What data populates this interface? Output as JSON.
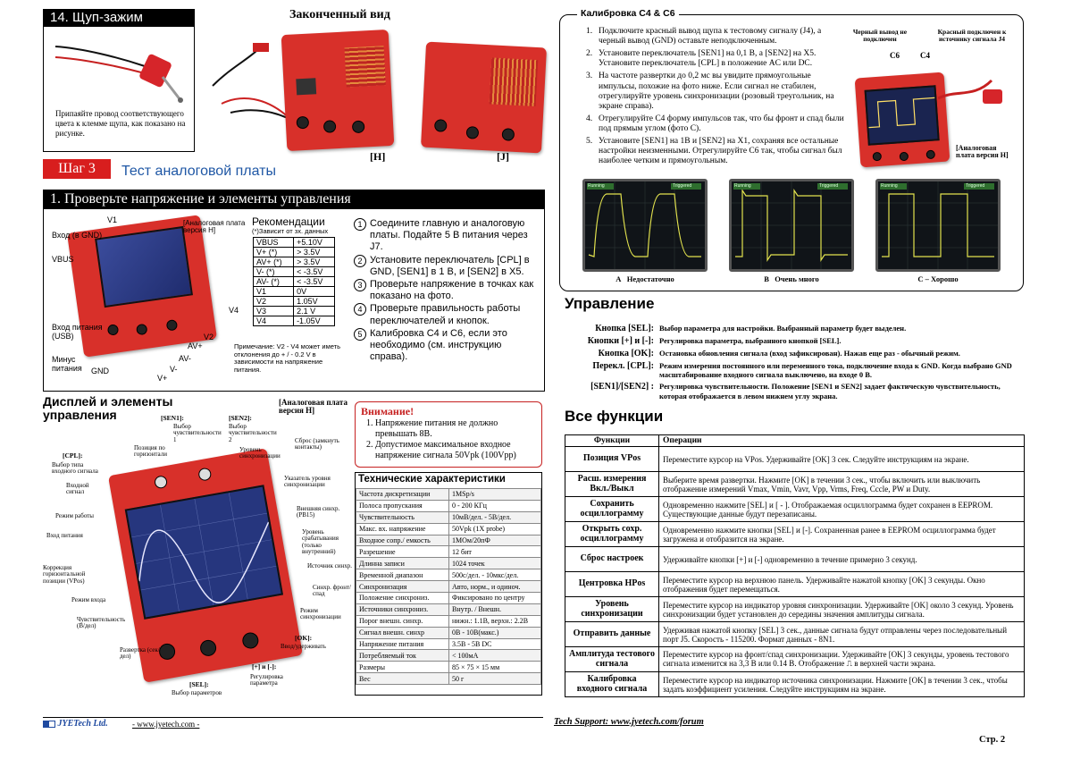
{
  "section14": {
    "title": "14. Щуп-зажим",
    "note": "Припаяйте провод соответствующего цвета к клемме щупа, как показано на рисунке."
  },
  "finished": {
    "title": "Законченный вид",
    "label_h": "[H]",
    "label_j": "[J]"
  },
  "step3": {
    "badge": "Шаг 3",
    "title": "Тест аналоговой платы"
  },
  "check": {
    "title": "1. Проверьте напряжение и элементы управления",
    "board_caption": "[Аналоговая плата версия H]",
    "labels": {
      "v1": "V1",
      "input_gnd": "Вход (в GND)",
      "vbus": "VBUS",
      "power_in": "Вход питания (USB)",
      "minus": "Минус питания",
      "gnd": "GND",
      "v4": "V4",
      "v2": "V2",
      "avplus": "AV+",
      "vminus": "V-",
      "vplus": "V+",
      "avminus": "AV-"
    },
    "rec_title": "Рекомендации",
    "rec_sub": "(*)Зависит от зх. данных",
    "rec_rows": [
      [
        "VBUS",
        "+5.10V"
      ],
      [
        "V+   (*)",
        "> 3.5V"
      ],
      [
        "AV+ (*)",
        "> 3.5V"
      ],
      [
        "V-   (*)",
        "< -3.5V"
      ],
      [
        "AV-  (*)",
        "< -3.5V"
      ],
      [
        "V1",
        "0V"
      ],
      [
        "V2",
        "1.05V"
      ],
      [
        "V3",
        "2.1 V"
      ],
      [
        "V4",
        "-1.05V"
      ]
    ],
    "rec_note": "Примечание: V2 - V4 может иметь отклонения до + / - 0.2 V в зависимости на напряжение питания.",
    "steps": [
      {
        "n": "1",
        "text": "Соедините главную и аналоговую платы. Подайте 5 В питания через J7."
      },
      {
        "n": "2",
        "text": "Установите переключатель [CPL] в GND, [SEN1] в 1 В, и [SEN2] в X5."
      },
      {
        "n": "3",
        "text": "Проверьте напряжение в точках как показано на фото."
      },
      {
        "n": "4",
        "text": "Проверьте правильность работы переключателей и кнопок."
      },
      {
        "n": "5",
        "text": "Калибровка C4 и C6, если это необходимо (см. инструкцию справа)."
      }
    ]
  },
  "display": {
    "title": "Дисплей и элементы управления",
    "caption": "[Аналоговая плата версия H]",
    "callouts": {
      "sen1": "[SEN1]:",
      "sen1_d": "Выбор чувствительности 1",
      "sen2": "[SEN2]:",
      "sen2_d": "Выбор чувствительности 2",
      "hpos": "Позиция по горизонтали",
      "trig_level": "Уровень синхронизации",
      "reset": "Сброс (замкнуть контакты)",
      "cpl": "[CPL]:",
      "cpl_d": "Выбор типа входного сигнала",
      "input_sig": "Входной сигнал",
      "trig_ind": "Указатель уровня синхронизации",
      "ext_trig": "Внешняя синхр. (PB15)",
      "mode": "Режим работы",
      "power": "Вход питания",
      "trig_pt": "Уровень срабатывания (только внутренний)",
      "trig_src": "Источник синхр.",
      "trig_edge": "Синхр. фронт/спад",
      "vpos": "Коррекция горизонтальной позиции (VPos)",
      "input_mode": "Режим входа",
      "sync_mode": "Режим синхронизации",
      "sens": "Чувствительность (В/дел)",
      "ok": "[OK]:",
      "ok_d": "Ввод/удерживать",
      "sweep": "Развертка (сек/дел)",
      "plusminus": "[+] и [-]:",
      "plusminus_d": "Регулировка параметра",
      "sel": "[SEL]:",
      "sel_d": "Выбор параметров"
    }
  },
  "warning": {
    "title": "Внимание!",
    "items": [
      "Напряжение питания не должно превышать 8В.",
      "Допустимое максимальное входное напряжение сигнала 50Vpk (100Vpp)"
    ]
  },
  "specs": {
    "title": "Технические характеристики",
    "rows": [
      [
        "Частота дискретизации",
        "1MSp/s"
      ],
      [
        "Полоса пропускания",
        "0 - 200 КГц"
      ],
      [
        "Чувствительность",
        "10мВ/дел. - 5В/дел."
      ],
      [
        "Макс. вх. напряжение",
        "50Vpk (1X probe)"
      ],
      [
        "Входное сопр./ емкость",
        "1МОм/20пФ"
      ],
      [
        "Разрешение",
        "12 бит"
      ],
      [
        "Длинна записи",
        "1024 точек"
      ],
      [
        "Временной диапазон",
        "500с/дел. - 10мкс/дел."
      ],
      [
        "Синхронизация",
        "Авто, норм., и одиноч."
      ],
      [
        "Положение синхрониз.",
        "Фиксировано по центру"
      ],
      [
        "Источники синхрониз.",
        "Внутр. / Внешн."
      ],
      [
        "Порог внешн. синхр.",
        "нижн.: 1.1В, верхн.: 2.2В"
      ],
      [
        "Сигнал внешн. синхр",
        "0В - 10В(макс.)"
      ],
      [
        "Напряжение питания",
        "3.5В - 5В DC"
      ],
      [
        "Потребляемый ток",
        "< 100мА"
      ],
      [
        "Размеры",
        "85 × 75 × 15 мм"
      ],
      [
        "Вес",
        "50 г"
      ]
    ]
  },
  "calib": {
    "title": "Калибровка C4 & C6",
    "steps": [
      "Подключите красный вывод щупа к тестовому сигналу (J4), а черный вывод (GND) оставьте неподключенным.",
      "Установите переключатель [SEN1] на 0,1 В, а [SEN2] на X5. Установите переключатель [CPL] в положение AC или DC.",
      "На частоте развертки до 0,2 мс вы увидите прямоугольные импульсы, похожие на фото ниже. Если сигнал не стабилен, отрегулируйте уровень синхронизации (розовый треугольник, на экране справа).",
      "Отрегулируйте C4 форму импульсов так, что бы фронт и спад были под прямым углом (фото C).",
      "Установите  [SEN1] на 1В и [SEN2] на X1, сохраняя все остальные настройки неизменными. Отрегулируйте C6 так, чтобы  сигнал был наиболее четким и прямоугольным."
    ],
    "photo_labels": {
      "black": "Черный вывод не подключен",
      "red": "Красный подключен к источнику сигнала J4",
      "c6": "C6",
      "c4": "C4",
      "caption": "[Аналоговая плата версия H]"
    },
    "scopes": [
      {
        "letter": "A",
        "label": "Недостаточно"
      },
      {
        "letter": "B",
        "label": "Очень много"
      },
      {
        "letter": "C",
        "label": "Хорошо"
      }
    ],
    "scope_status": "Running",
    "scope_trig": "Triggered"
  },
  "control": {
    "title": "Управление",
    "rows": [
      {
        "k": "Кнопка [SEL]:",
        "v": "Выбор параметра для настройки. Выбранный параметр будет выделен."
      },
      {
        "k": "Кнопки [+]  и  [-]:",
        "v": "Регулировка параметра, выбранного кнопкой [SEL]."
      },
      {
        "k": "Кнопка [OK]:",
        "v": "Остановка обновления сигнала (вход зафиксирован). Нажав еще раз - обычный режим."
      },
      {
        "k": "Перекл.  [CPL]:",
        "v": "Режим измерения постоянного или переменного тока, подключение входа к GND. Когда выбрано GND масштабирование входного сигнала выключено, на входе 0 В."
      },
      {
        "k": "[SEN1]/[SEN2] :",
        "v": "Регулировка чувствительности. Положение [SEN1 и SEN2] задает фактическую чувствительность, которая отображается в левом нижнем углу экрана."
      }
    ]
  },
  "functions": {
    "title": "Все функции",
    "col_func": "Функции",
    "col_op": "Операции",
    "rows": [
      [
        "Позиция VPos",
        "Переместите курсор на VPos. Удерживайте  [OK] 3 сек. Следуйте инструкциям на экране."
      ],
      [
        "Расш. измерения Вкл./Выкл",
        "Выберите время развертки. Нажмите [OK] в течении 3 сек., чтобы включить или выключить отображение измерений Vmax, Vmin, Vavr, Vpp, Vrms, Freq, Cccle, PW  и Duty."
      ],
      [
        "Сохранить осциллограмму",
        "Одновременно нажмите [SEL] и [ - ]. Отображаемая осциллограмма будет сохранен в EEPROM. Существующие данные будут перезаписаны."
      ],
      [
        "Открыть сохр. осциллограмму",
        "Одновременно нажмите кнопки  [SEL] и [-]. Сохраненная ранее в EEPROM осциллограмма будет загружена и отобразится на экране."
      ],
      [
        "Сброс настроек",
        "Удерживайте кнопки [+] и [-] одновременно в течение примерно 3 секунд."
      ],
      [
        "Центровка HPos",
        "Переместите курсор на верхнюю панель. Удерживайте нажатой кнопку [OK] 3 секунды. Окно отображения будет перемещаться."
      ],
      [
        "Уровень синхронизации",
        "Переместите курсор на индикатор уровня синхронизации. Удерживайте [OK] около 3 секунд. Уровень синхронизации будет установлен до середины значения амплитуды сигнала."
      ],
      [
        "Отправить данные",
        "Удерживая нажатой кнопку [SEL] 3 сек., данные сигнала будут отправлены через последовательный порт J5. Скорость - 115200. Формат данных - 8N1."
      ],
      [
        "Амплитуда тестового сигнала",
        "Переместите курсор на фронт/спад синхронизации. Удерживайте [OK]  3 секунды, уровень тестового сигнала изменится на 3,3 В или  0.14 В. Отображение ⎍ в верхней части экрана."
      ],
      [
        "Калибровка входного сигнала",
        "Переместите курсор на индикатор источника синхронизации. Нажмите  [OK] в течении 3 сек., чтобы задать коэффициент усиления. Следуйте инструкциям на экране."
      ]
    ]
  },
  "footer": {
    "brand": "JYETech Ltd.",
    "site": "- www.jyetech.com -",
    "support": "Tech Support: www.jyetech.com/forum",
    "page": "Стр. 2"
  }
}
